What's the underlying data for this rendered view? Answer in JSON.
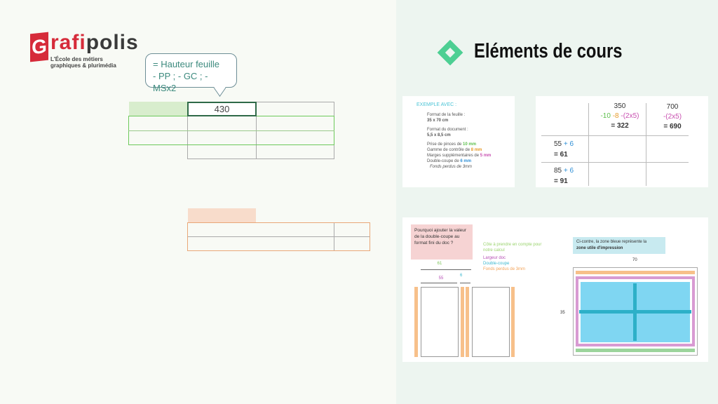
{
  "logo": {
    "letter": "G",
    "name_red": "rafi",
    "name": "polis",
    "tagline_1": "L'École des métiers",
    "tagline_2": "graphiques & plurimédia"
  },
  "bubble": {
    "line1": "= Hauteur feuille",
    "line2": "- PP ; - GC ; - MSx2"
  },
  "table": {
    "selected_value": "430"
  },
  "panel": {
    "title": "Eléments de cours",
    "accent": "#4dcf93"
  },
  "example": {
    "heading": "EXEMPLE AVEC :",
    "sheet_label": "Format de la feuille :",
    "sheet_value": "35 x 70 cm",
    "doc_label": "Format du document :",
    "doc_value": "5,5 x 8,5 cm",
    "lines": [
      {
        "text": "Prise de pinces de ",
        "value": "10 mm",
        "color": "#5bbf4a"
      },
      {
        "text": "Gamme de contrôle de ",
        "value": "8 mm",
        "color": "#e69a2a"
      },
      {
        "text": "Marges supplémentaires  de ",
        "value": "5 mm",
        "color": "#c84fb0"
      },
      {
        "text": "Double-coupe de ",
        "value": "6 mm",
        "color": "#2f8fd6"
      }
    ],
    "bleed": "Fonds perdus de 3mm"
  },
  "calc": {
    "col1": {
      "top": "350",
      "a": "-10",
      "b": "-8",
      "c": "-(2x5)",
      "result": "= 322"
    },
    "col2": {
      "top": "700",
      "c": "-(2x5)",
      "result": "= 690"
    },
    "row1": {
      "a": "55",
      "b": "+ 6",
      "result": "= 61"
    },
    "row2": {
      "a": "85",
      "b": "+ 6",
      "result": "= 91"
    }
  },
  "diagram": {
    "question": "Pourquoi ajouter la valeur de la double-coupe au format fini du doc ?",
    "legend_title": "Côte à prendre en compte pour notre calcul",
    "legend": [
      {
        "label": "Largeur doc",
        "color": "#b64fb5"
      },
      {
        "label": "Double-coupe",
        "color": "#3bb8d0"
      },
      {
        "label": "Fonds perdus de 3mm",
        "color": "#f2a35a"
      }
    ],
    "dim_total": "61",
    "dim_doc": "55",
    "dim_cut": "6",
    "note_1": "Ci-contre, la zone bleue représente la",
    "note_2": "zone utile d'impression",
    "width_label": "70",
    "height_label": "35"
  }
}
